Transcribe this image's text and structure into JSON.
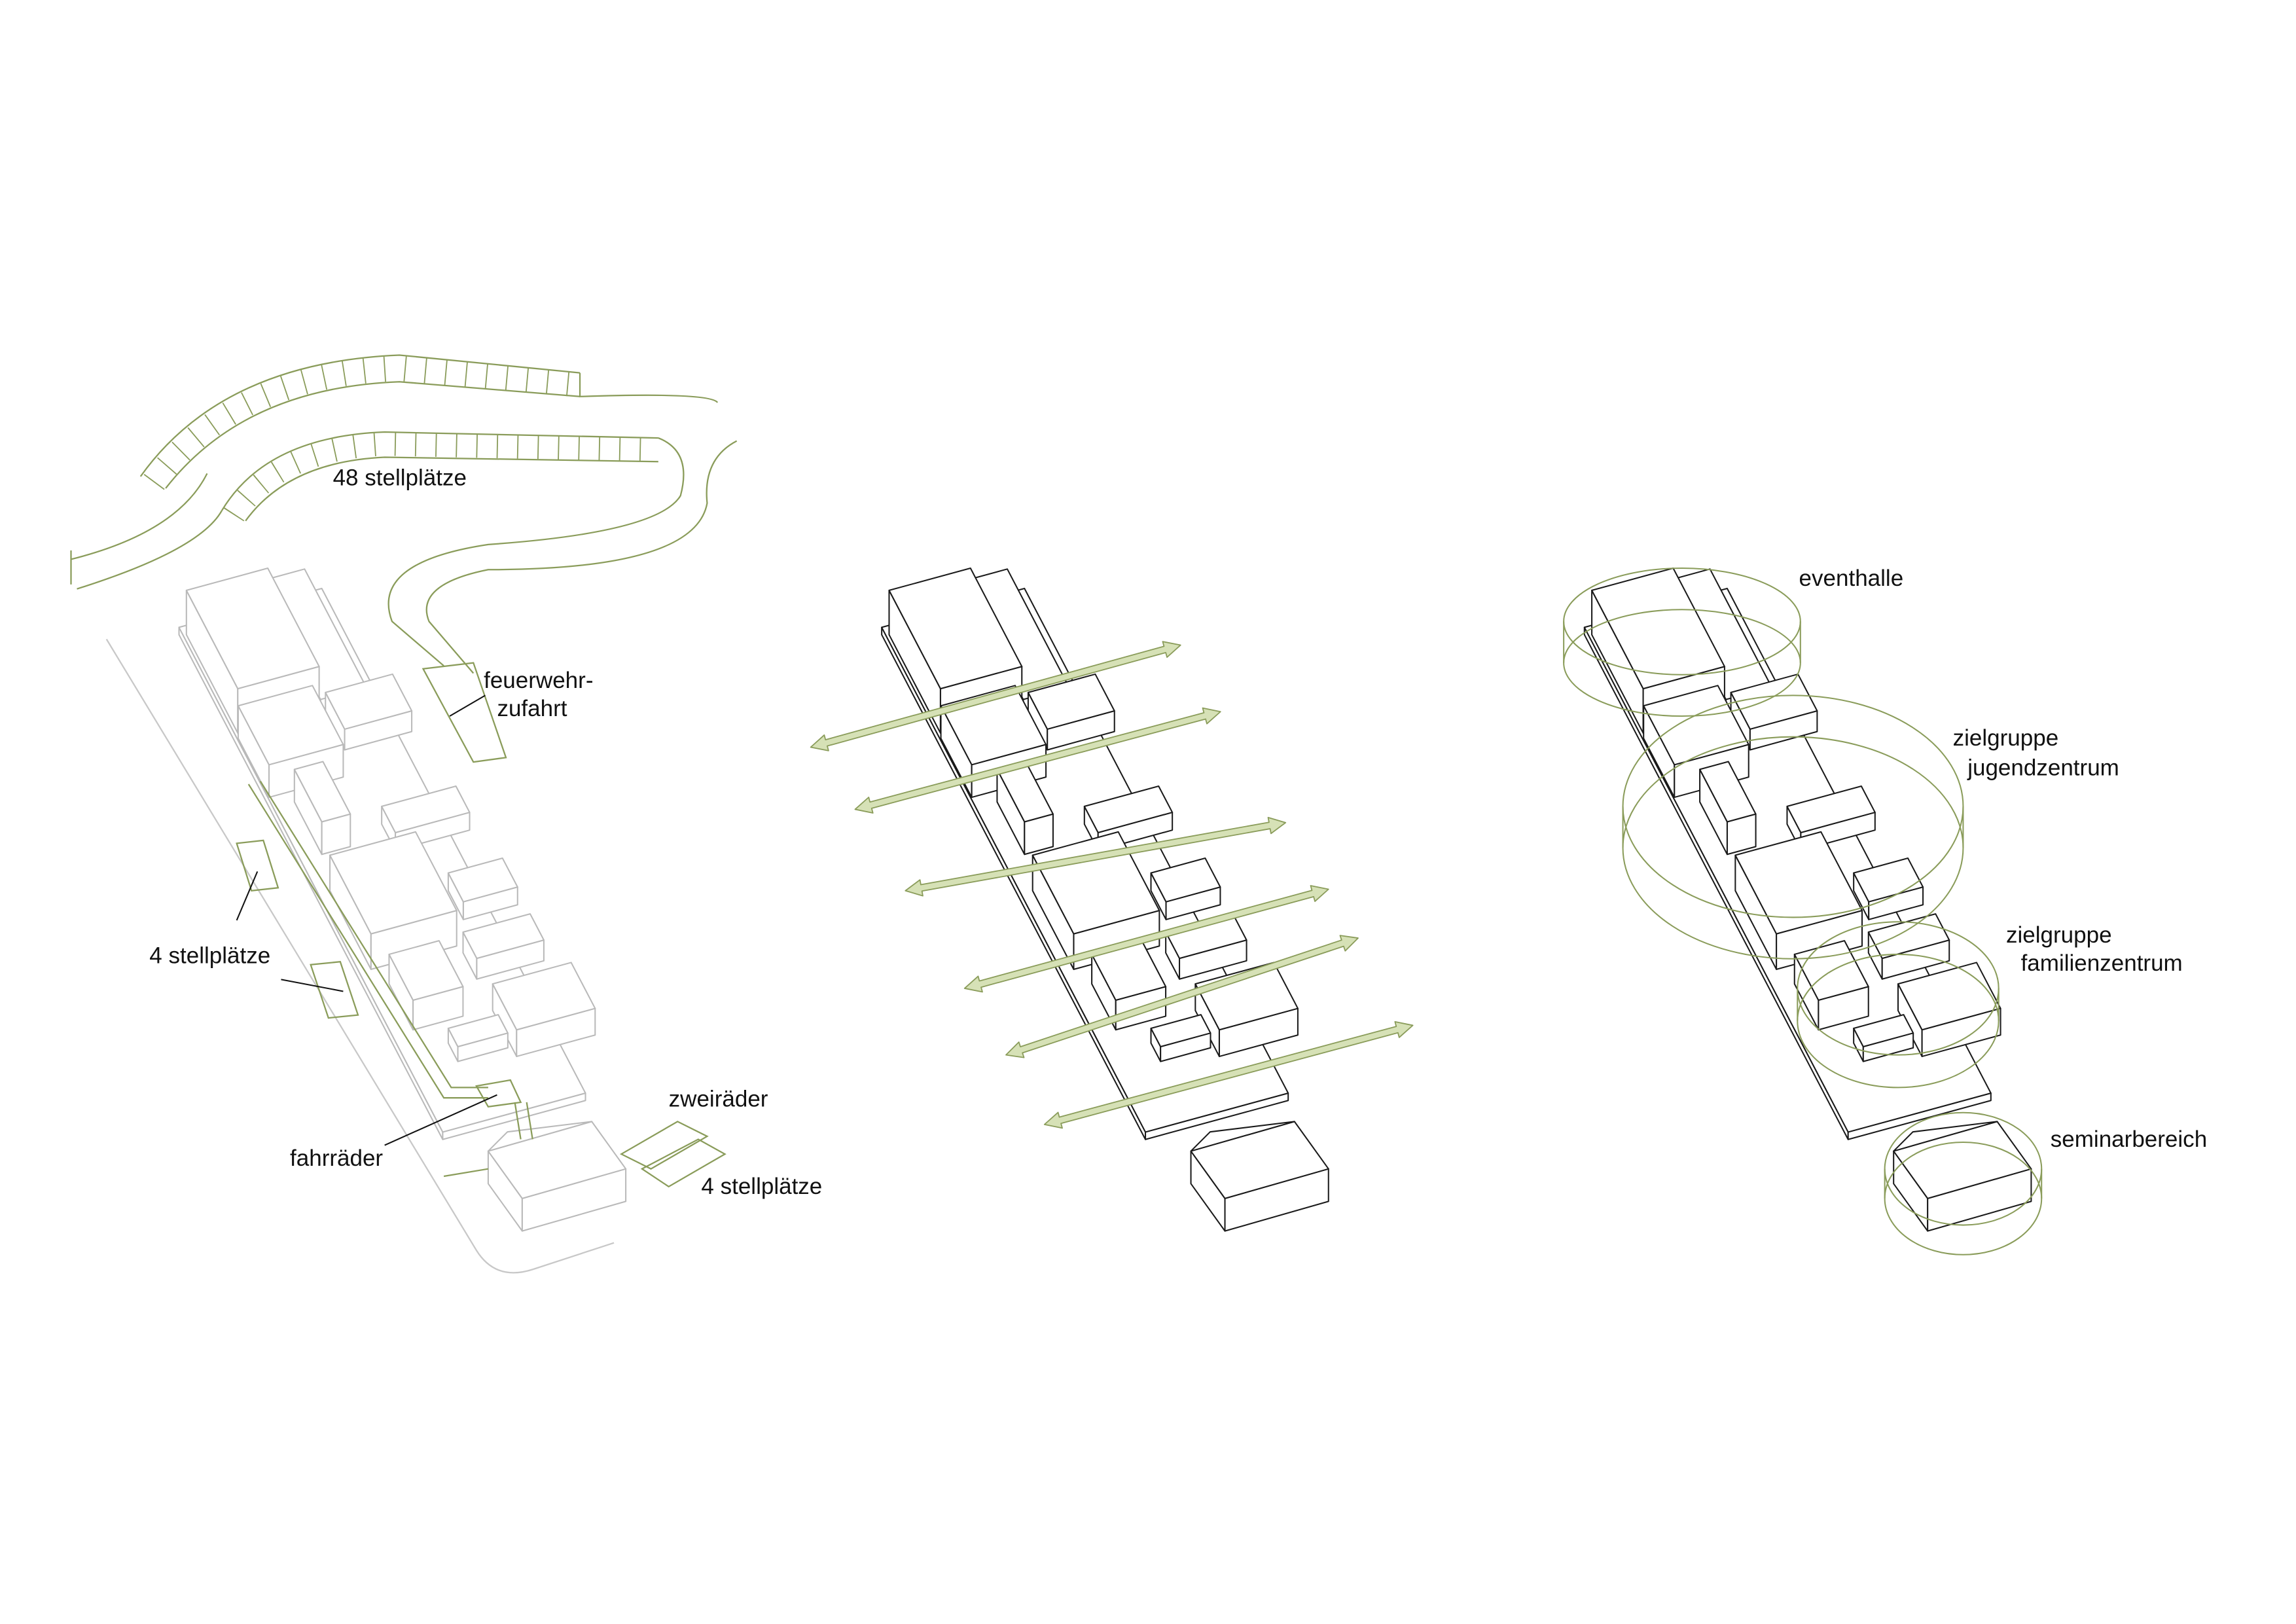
{
  "colors": {
    "line_dark": "#1a1a1a",
    "line_grey": "#b9b9b9",
    "accent_stroke": "#8a9c5a",
    "accent_fill": "#d6e1b6"
  },
  "diagram_left": {
    "title": "erschließung",
    "labels": {
      "parking_48": "48 stellplätze",
      "fire_access_1": "feuerwehr-",
      "fire_access_2": "zufahrt",
      "parking_4_left": "4 stellplätze",
      "two_wheelers": "zweiräder",
      "bicycles": "fahrräder",
      "parking_4_right": "4 stellplätze"
    }
  },
  "diagram_right": {
    "labels": {
      "event_hall": "eventhalle",
      "youth_1": "zielgruppe",
      "youth_2": "jugendzentrum",
      "family_1": "zielgruppe",
      "family_2": "familienzentrum",
      "seminar": "seminarbereich"
    }
  }
}
